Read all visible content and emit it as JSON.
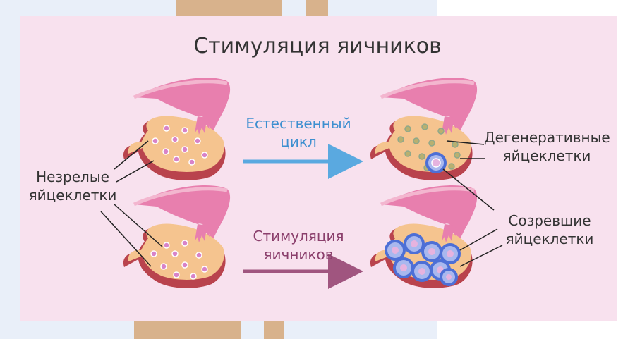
{
  "title": "Стимуляция яичников",
  "labels": {
    "immature": [
      "Незрелые",
      "яйцеклетки"
    ],
    "natural_cycle": [
      "Естественный",
      "цикл"
    ],
    "degenerative": [
      "Дегенеративные",
      "яйцеклетки"
    ],
    "stimulation": [
      "Стимуляция",
      "яичников"
    ],
    "mature": [
      "Созревшие",
      "яйцеклетки"
    ]
  },
  "colors": {
    "card": "#f8e1ee",
    "ovary_fill": "#f5c48f",
    "ovary_edge": "#b9434d",
    "tube": "#e87fae",
    "natural_arrow": "#5aa9e0",
    "stimulation_arrow": "#a0557f",
    "natural_text": "#3d8fd0",
    "stimulation_text": "#8b3f6c",
    "follicle": "#4d6fd6"
  }
}
